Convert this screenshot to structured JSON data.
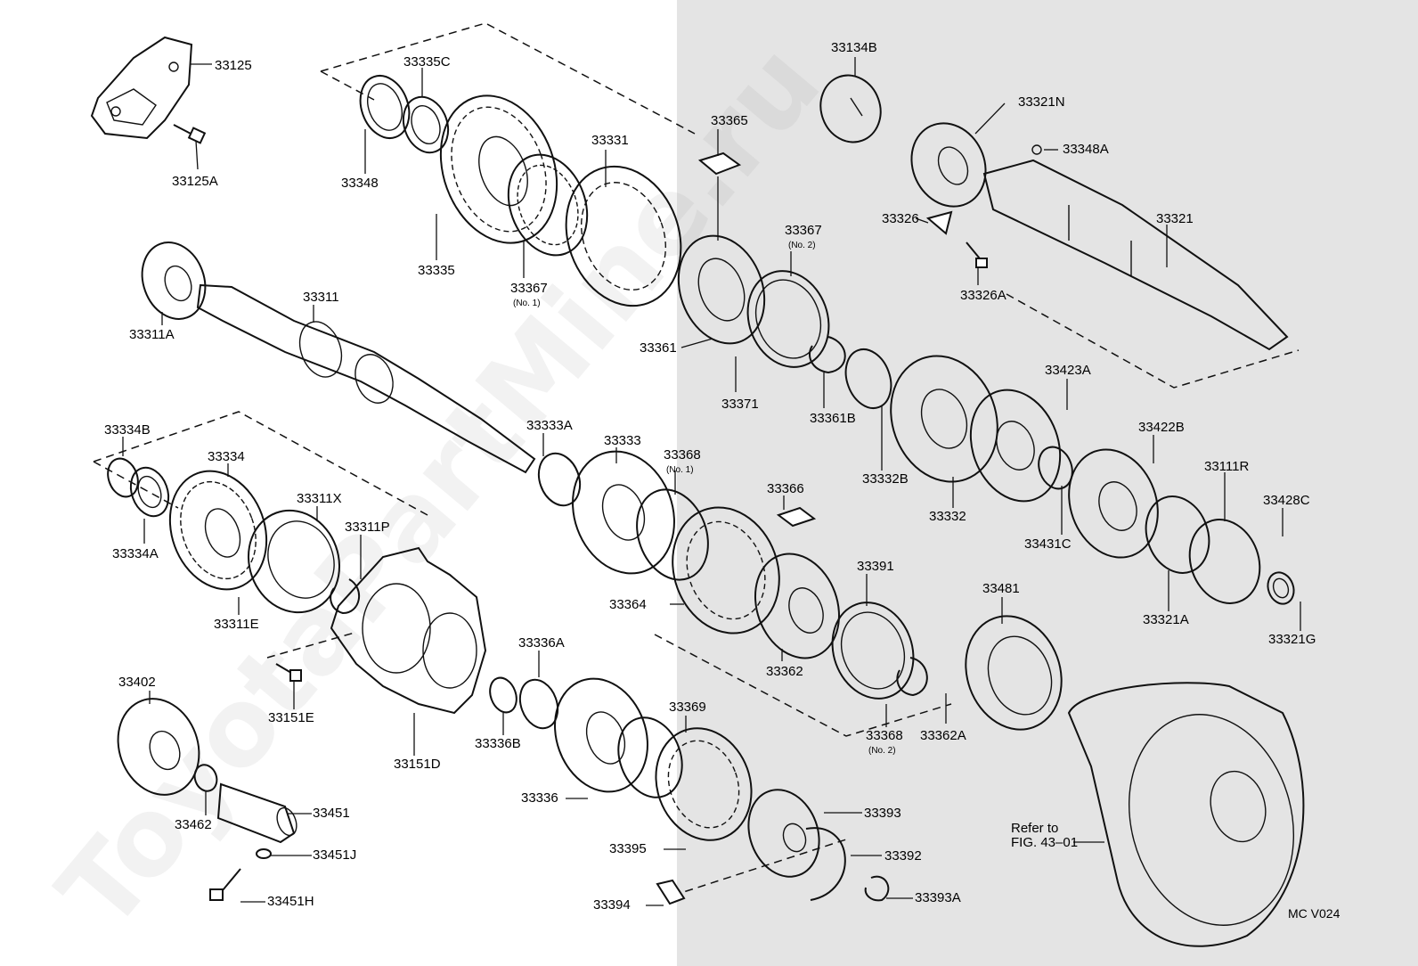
{
  "diagram": {
    "watermark": "ToyotaPartMine.ru",
    "code": "MC V024",
    "refer": [
      "Refer to",
      "FIG. 43–01"
    ],
    "labels": {
      "l33125": "33125",
      "l33125A": "33125A",
      "l33335C": "33335C",
      "l33348": "33348",
      "l33335": "33335",
      "l33367n1": "33367",
      "l33367n1s": "(No. 1)",
      "l33331": "33331",
      "l33365": "33365",
      "l33134B": "33134B",
      "l33321N": "33321N",
      "l33348A": "33348A",
      "l33326": "33326",
      "l33321": "33321",
      "l33326A": "33326A",
      "l33367n2": "33367",
      "l33367n2s": "(No. 2)",
      "l33361": "33361",
      "l33371": "33371",
      "l33361B": "33361B",
      "l33311A": "33311A",
      "l33311": "33311",
      "l33334B": "33334B",
      "l33334": "33334",
      "l33334A": "33334A",
      "l33311X": "33311X",
      "l33311P": "33311P",
      "l33311E": "33311E",
      "l33333A": "33333A",
      "l33333": "33333",
      "l33368n1": "33368",
      "l33368n1s": "(No. 1)",
      "l33366": "33366",
      "l33364": "33364",
      "l33362": "33362",
      "l33391": "33391",
      "l33368n2": "33368",
      "l33368n2s": "(No. 2)",
      "l33362A": "33362A",
      "l33332B": "33332B",
      "l33332": "33332",
      "l33423A": "33423A",
      "l33431C": "33431C",
      "l33422B": "33422B",
      "l33111R": "33111R",
      "l33428C": "33428C",
      "l33321A": "33321A",
      "l33321G": "33321G",
      "l33481": "33481",
      "l33402": "33402",
      "l33151E": "33151E",
      "l33151D": "33151D",
      "l33462": "33462",
      "l33451": "33451",
      "l33451J": "33451J",
      "l33451H": "33451H",
      "l33336A": "33336A",
      "l33336B": "33336B",
      "l33336": "33336",
      "l33369": "33369",
      "l33395": "33395",
      "l33393": "33393",
      "l33392": "33392",
      "l33394": "33394",
      "l33393A": "33393A"
    }
  }
}
